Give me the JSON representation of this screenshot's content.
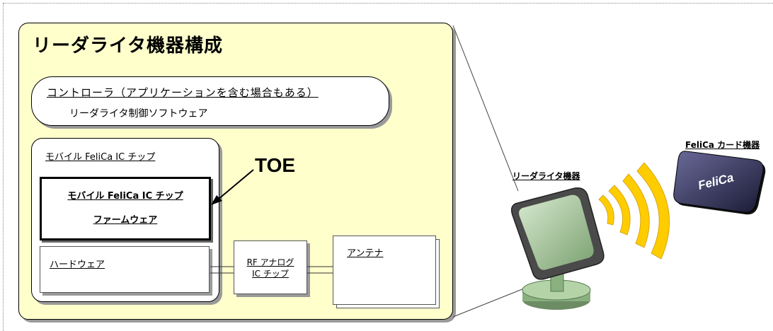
{
  "diagram": {
    "title": "リーダライタ機器構成",
    "controller": {
      "title": "コントローラ（アプリケーションを含む場合もある）",
      "subtitle": "リーダライタ制御ソフトウェア"
    },
    "mobile_chip": {
      "title": "モバイル FeliCa IC チップ",
      "firmware_line1": "モバイル FeliCa IC チップ",
      "firmware_line2": "ファームウェア",
      "hardware": "ハードウェア"
    },
    "rf_chip": {
      "line1": "RF アナログ",
      "line2": "IC チップ"
    },
    "antenna": "アンテナ",
    "toe": "TOE",
    "reader_writer_label": "リーダライタ機器",
    "card_label": "FeliCa カード機器",
    "card_logo": "FeliCa",
    "colors": {
      "panel_fill": "#ffffcc",
      "device_green": "#a8c8a0",
      "wave_yellow": "#ffcc00",
      "card_dark": "#2a2a4a"
    }
  }
}
